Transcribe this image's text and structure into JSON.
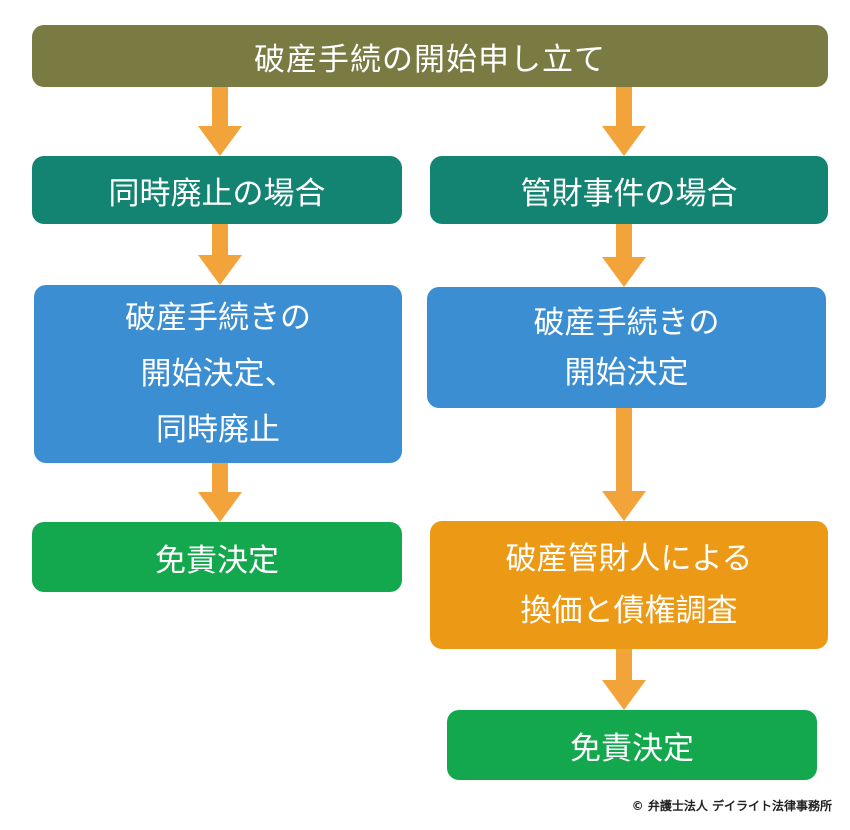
{
  "flowchart": {
    "start": "破産手続の開始申し立て",
    "left_branch": {
      "header": "同時廃止の場合",
      "step": "破産手続きの\n開始決定、\n同時廃止",
      "end": "免責決定"
    },
    "right_branch": {
      "header": "管財事件の場合",
      "step": "破産手続きの\n開始決定",
      "process": "破産管財人による\n換価と債権調査",
      "end": "免責決定"
    }
  },
  "footer": {
    "copyright": "© 弁護士法人 デイライト法律事務所"
  },
  "colors": {
    "start": "#7a7a43",
    "branch_header": "#138472",
    "decision": "#3c8ed2",
    "result": "#13a84d",
    "process": "#ec9a16",
    "arrow": "#f2a33a"
  }
}
